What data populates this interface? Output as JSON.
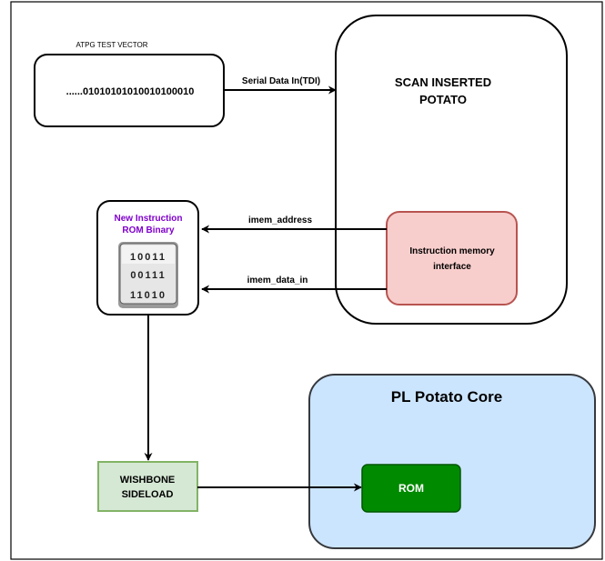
{
  "atpg": {
    "title": "ATPG TEST VECTOR",
    "vector": "......01010101010010100010"
  },
  "edges": {
    "serial_in": "Serial Data In(TDI)",
    "imem_address": "imem_address",
    "imem_data_in": "imem_data_in"
  },
  "scan_block": {
    "title_line1": "SCAN INSERTED",
    "title_line2": "POTATO"
  },
  "imem_interface": {
    "line1": "Instruction memory",
    "line2": "interface"
  },
  "rom_binary": {
    "title_line1": "New Instruction",
    "title_line2": "ROM Binary",
    "rows": [
      "10011",
      "00111",
      "11010"
    ]
  },
  "wishbone": {
    "line1": "WISHBONE",
    "line2": "SIDELOAD"
  },
  "pl_core": {
    "title": "PL Potato Core"
  },
  "rom": {
    "label": "ROM"
  },
  "colors": {
    "imem_fill": "#f8cecc",
    "imem_stroke": "#b85450",
    "wishbone_fill": "#d5e8d4",
    "wishbone_stroke": "#82b366",
    "core_fill": "#cce5ff",
    "core_stroke": "#36393d",
    "rom_fill": "#008a00",
    "rom_stroke": "#005700",
    "rom_title": "#7f00cc"
  }
}
